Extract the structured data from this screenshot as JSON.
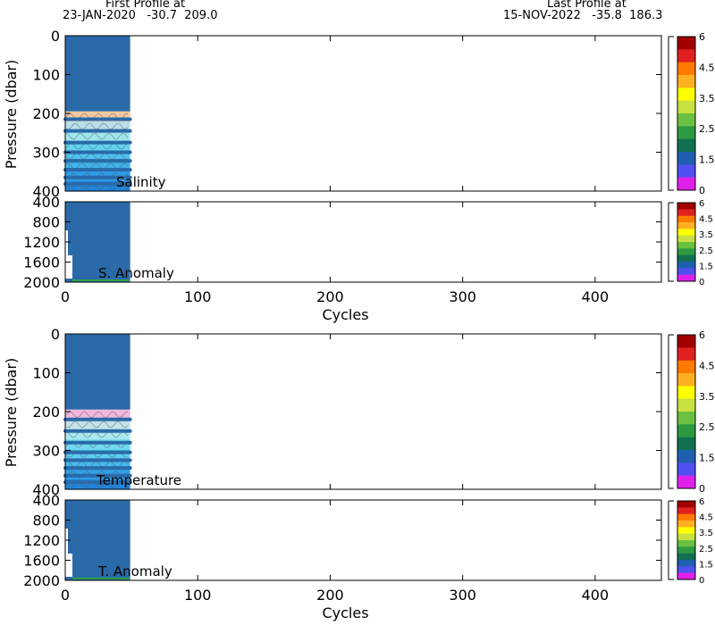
{
  "header": {
    "first_label": "First Profile at",
    "first_info": "23-JAN-2020   -30.7  209.0",
    "last_label": "Last Profile at",
    "last_info": "15-NOV-2022   -35.8  186.3"
  },
  "colors": {
    "fill": "#2a6aa8",
    "bar": "#2a6aa8",
    "salinity_bands": [
      "#f8c8a0",
      "#b9dfe8",
      "#9fe7f0",
      "#62d3ef",
      "#4fc4f0",
      "#3fb2ea",
      "#2e9ce6",
      "#2285da"
    ],
    "temperature_bands": [
      "#f3b6dc",
      "#c3e3ea",
      "#a8e9ef",
      "#73d9f0",
      "#5ccdf2",
      "#45b9ec",
      "#309fe6",
      "#2285da"
    ],
    "squiggle": "#555555",
    "anomaly_base": "#2fa24a"
  },
  "colorbar": {
    "labels": [
      "6",
      "4.5",
      "3.5",
      "2.5",
      "1.5",
      "0"
    ],
    "colors": [
      "#a00000",
      "#e02020",
      "#ff7a00",
      "#ffb020",
      "#ffff00",
      "#c8e040",
      "#6ac040",
      "#2c9a40",
      "#107050",
      "#1f5fb0",
      "#5050f0",
      "#e020e8"
    ]
  },
  "chart_data": [
    {
      "type": "heatmap",
      "panel": "salinity",
      "label": "Salinity",
      "ylabel": "Pressure (dbar)",
      "ylim": [
        0,
        400
      ],
      "xlim": [
        0,
        450
      ],
      "yticks": [
        "0",
        "100",
        "200",
        "300",
        "400"
      ],
      "xticks": [
        0,
        100,
        200,
        300,
        400
      ],
      "x_extent": [
        0,
        49
      ],
      "uniform_range": [
        0,
        195
      ],
      "band_start": 195,
      "band_pressures": [
        215,
        245,
        275,
        300,
        322,
        345,
        365,
        382
      ]
    },
    {
      "type": "heatmap",
      "panel": "salinity_anomaly",
      "label": "S. Anomaly",
      "ylim": [
        400,
        2000
      ],
      "xlim": [
        0,
        450
      ],
      "yticks": [
        "400",
        "800",
        "1200",
        "1600",
        "2000"
      ],
      "xticks": [
        "0",
        "100",
        "200",
        "300",
        "400"
      ],
      "xlabel": "Cycles",
      "x_extent": [
        0,
        49
      ]
    },
    {
      "type": "heatmap",
      "panel": "temperature",
      "label": "Temperature",
      "ylabel": "Pressure (dbar)",
      "ylim": [
        0,
        400
      ],
      "xlim": [
        0,
        450
      ],
      "yticks": [
        "0",
        "100",
        "200",
        "300",
        "400"
      ],
      "xticks": [
        0,
        100,
        200,
        300,
        400
      ],
      "x_extent": [
        0,
        49
      ],
      "uniform_range": [
        0,
        195
      ],
      "band_start": 195,
      "band_pressures": [
        220,
        250,
        280,
        305,
        325,
        345,
        365,
        382
      ]
    },
    {
      "type": "heatmap",
      "panel": "temperature_anomaly",
      "label": "T. Anomaly",
      "ylim": [
        400,
        2000
      ],
      "xlim": [
        0,
        450
      ],
      "yticks": [
        "400",
        "800",
        "1200",
        "1600",
        "2000"
      ],
      "xticks": [
        "0",
        "100",
        "200",
        "300",
        "400"
      ],
      "xlabel": "Cycles",
      "x_extent": [
        0,
        49
      ]
    }
  ]
}
